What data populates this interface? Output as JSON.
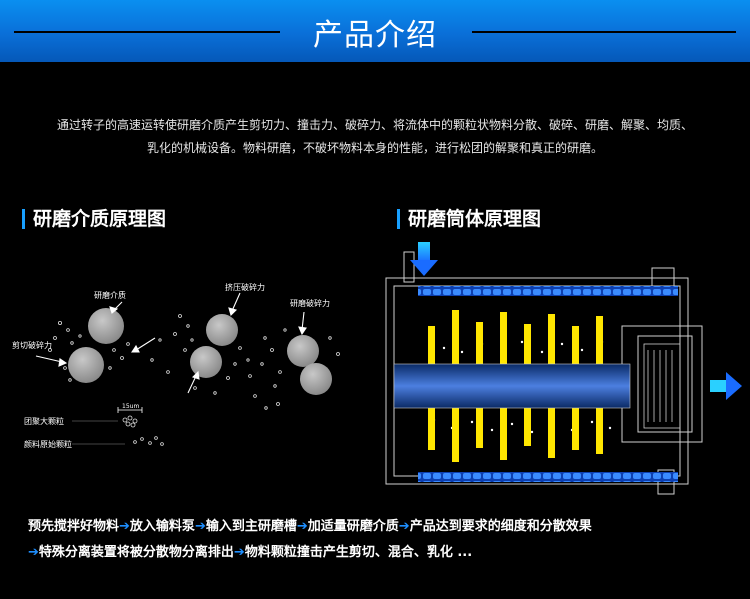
{
  "header": {
    "title": "产品介绍"
  },
  "intro": {
    "line1": "通过转子的高速运转使研磨介质产生剪切力、撞击力、破碎力、将流体中的颗粒状物料分散、破碎、研磨、解聚、均质、",
    "line2": "乳化的机械设备。物料研磨，不破坏物料本身的性能，进行松团的解聚和真正的研磨。"
  },
  "section_left": {
    "title": "研磨介质原理图",
    "labels": {
      "medium": "研磨介质",
      "shear": "剪切破碎力",
      "squeeze": "挤压破碎力",
      "grind": "研磨破碎力",
      "scale": "15um",
      "cluster": "团聚大颗粒",
      "original": "颜料原始颗粒"
    }
  },
  "section_right": {
    "title": "研磨筒体原理图"
  },
  "flow": {
    "steps_line1": [
      "预先搅拌好物料",
      "放入输料泵",
      "输入到主研磨槽",
      "加适量研磨介质",
      "产品达到要求的细度和分散效果"
    ],
    "steps_line2": [
      "特殊分离装置将被分散物分离排出",
      "物料颗粒撞击产生剪切、混合、乳化 ..."
    ],
    "arrow": "➔"
  },
  "colors": {
    "accent": "#18a0ff",
    "header": "#0a6fd8",
    "rod": "#ffe600",
    "tube": "#1a6cff"
  }
}
